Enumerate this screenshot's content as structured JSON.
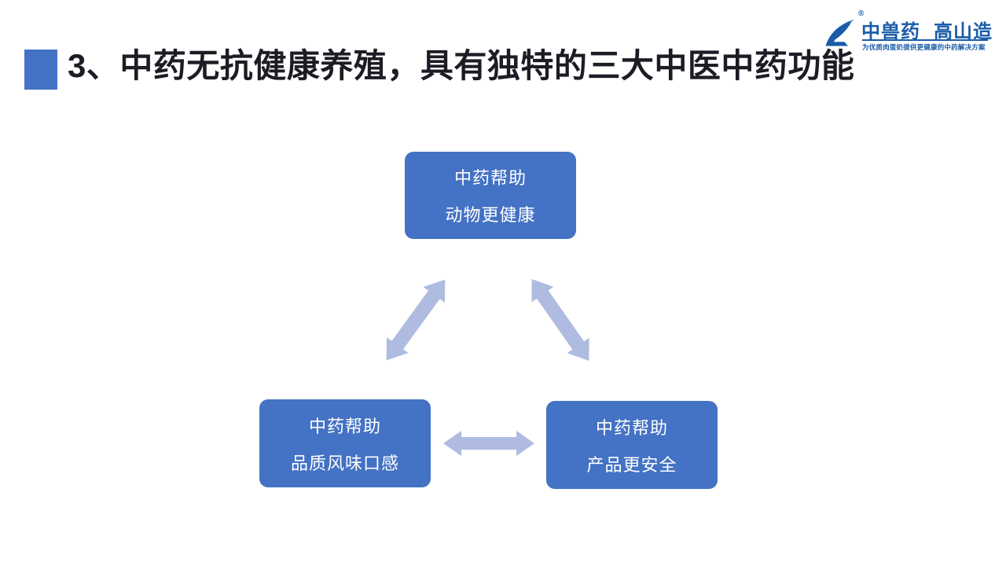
{
  "slide": {
    "title": "3、中药无抗健康养殖，具有独特的三大中医中药功能",
    "background": "#FFFFFF",
    "title_color": "#1C1C25",
    "accent_color": "#4472C4"
  },
  "logo": {
    "brand_left": "中兽药",
    "brand_right": "高山造",
    "tagline": "为优质肉蛋奶提供更健康的中药解决方案",
    "registered_mark": "®",
    "color": "#1A5CA8"
  },
  "diagram": {
    "node_color": "#4472C4",
    "node_text_color": "#FFFFFF",
    "arrow_color": "#AFBBE0",
    "nodes": [
      {
        "position": "top",
        "line1": "中药帮助",
        "line2": "动物更健康"
      },
      {
        "position": "bottom-left",
        "line1": "中药帮助",
        "line2": "品质风味口感"
      },
      {
        "position": "bottom-right",
        "line1": "中药帮助",
        "line2": "产品更安全"
      }
    ]
  }
}
